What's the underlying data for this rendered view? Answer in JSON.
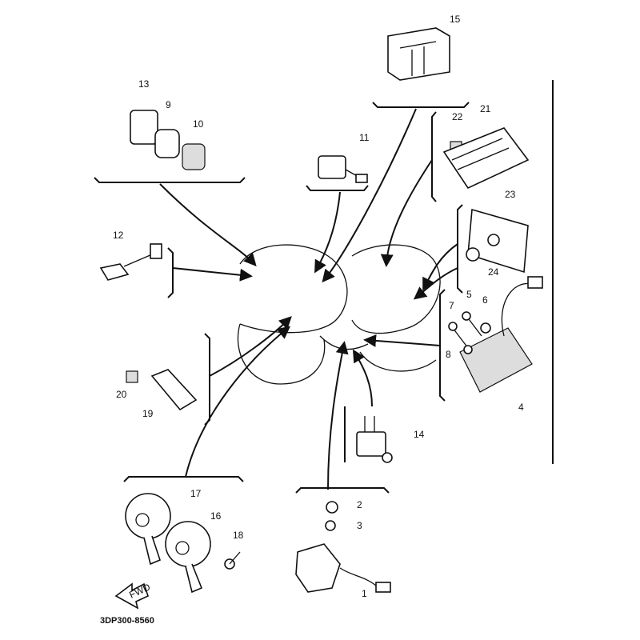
{
  "diagram": {
    "drawing_code": "3DP300-8560",
    "direction_arrow": "FWD",
    "callouts": [
      "1",
      "2",
      "3",
      "4",
      "5",
      "6",
      "7",
      "8",
      "9",
      "10",
      "11",
      "12",
      "13",
      "14",
      "15",
      "16",
      "17",
      "18",
      "19",
      "20",
      "21",
      "22",
      "23",
      "24"
    ]
  },
  "colors": {
    "ink": "#111111",
    "background": "#ffffff"
  }
}
